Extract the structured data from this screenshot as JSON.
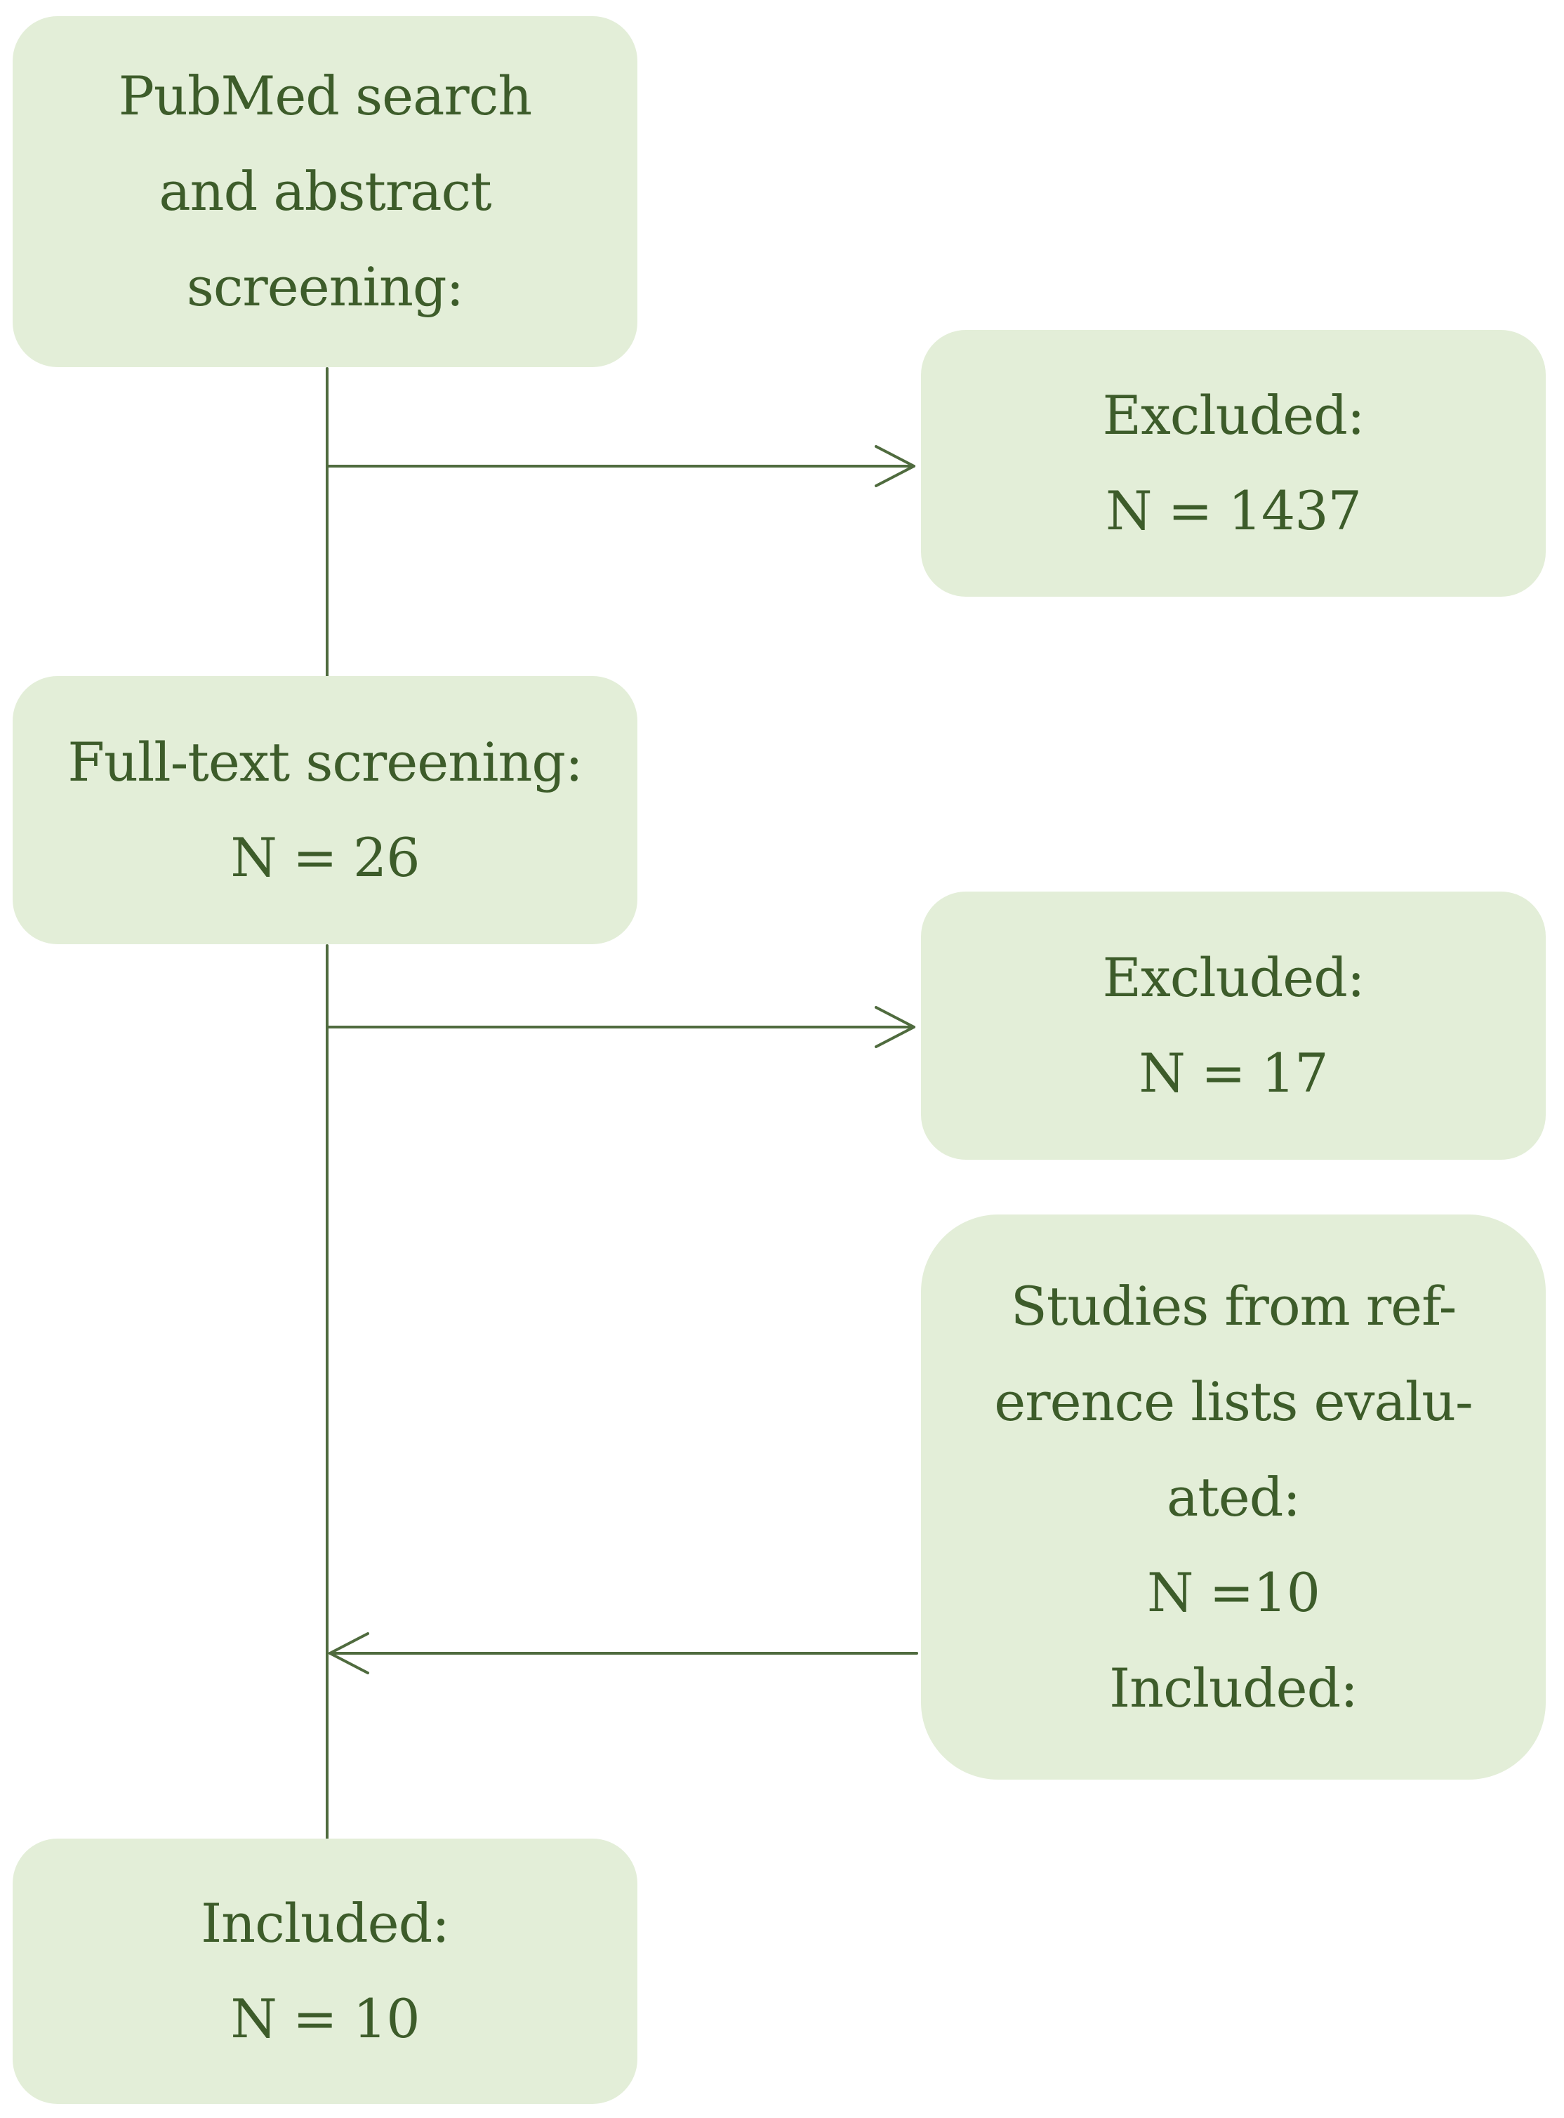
{
  "nodes": {
    "search": {
      "lines": [
        "PubMed search",
        "and abstract",
        "screening:"
      ]
    },
    "excluded1": {
      "lines": [
        "Excluded:",
        "N = 1437"
      ]
    },
    "fulltext": {
      "lines": [
        "Full-text screening:",
        "N = 26"
      ]
    },
    "excluded2": {
      "lines": [
        "Excluded:",
        "N = 17"
      ]
    },
    "references": {
      "lines": [
        "Studies from ref-",
        "erence lists evalu-",
        "ated:",
        "N =10",
        "Included:"
      ]
    },
    "included": {
      "lines": [
        "Included:",
        "N = 10"
      ]
    }
  },
  "colors": {
    "box_fill": "#e3eed8",
    "text": "#3d5c2a",
    "line": "#4f6b3e"
  }
}
